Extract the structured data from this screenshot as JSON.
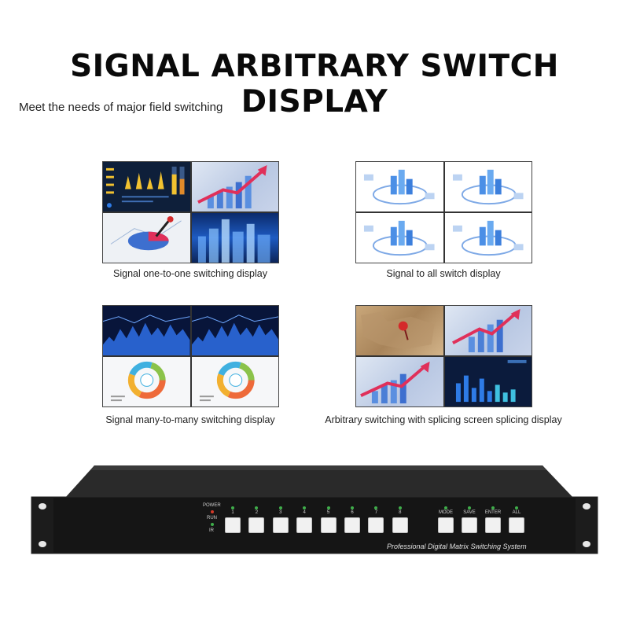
{
  "heading": "SIGNAL ARBITRARY SWITCH DISPLAY",
  "subheading": "Meet the needs of major field switching",
  "captions": {
    "one_to_one": "Signal one-to-one switching display",
    "to_all": "Signal to all switch display",
    "many_to_many": "Signal many-to-many switching display",
    "splicing": "Arbitrary switching with splicing screen splicing display"
  },
  "device": {
    "indicators": {
      "power": "POWER",
      "run": "RUN",
      "ir": "IR"
    },
    "channel_buttons": [
      "1",
      "2",
      "3",
      "4",
      "5",
      "6",
      "7",
      "8"
    ],
    "function_buttons": [
      "MODE",
      "SAVE",
      "ENTER",
      "ALL"
    ],
    "model_text": "Professional Digital Matrix Switching System"
  },
  "colors": {
    "accent_blue": "#2e7be6",
    "device_body": "#1b1b1b",
    "led_green": "#3fae4a",
    "led_red": "#d43a2a"
  }
}
